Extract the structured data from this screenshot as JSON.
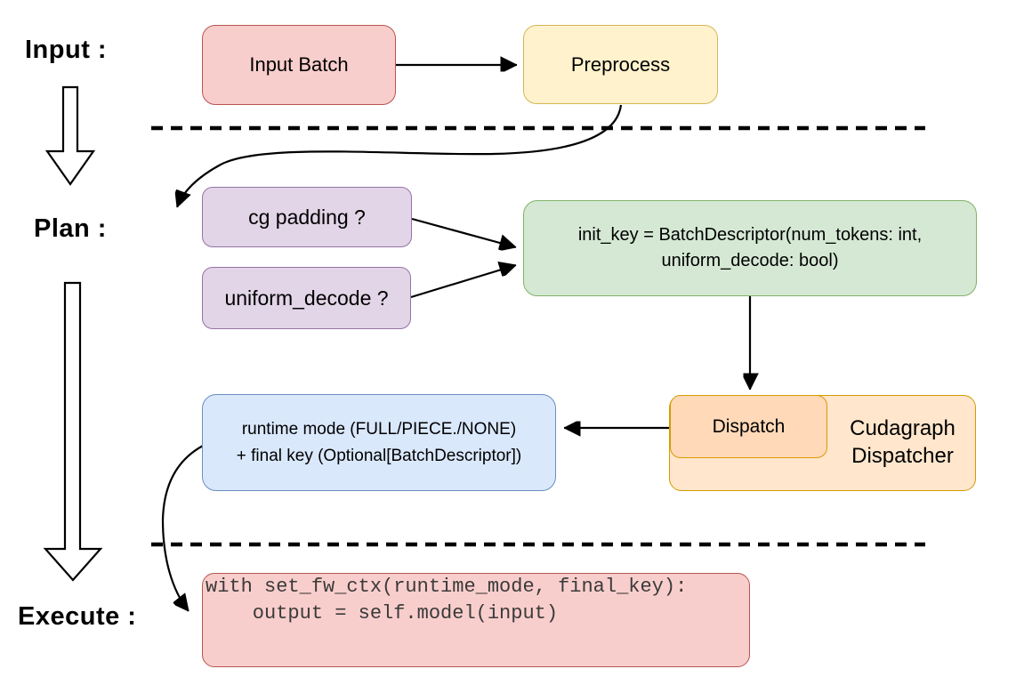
{
  "stages": {
    "input": "Input :",
    "plan": "Plan :",
    "execute": "Execute :"
  },
  "nodes": {
    "input_batch": {
      "label": "Input Batch"
    },
    "preprocess": {
      "label": "Preprocess"
    },
    "cg_padding": {
      "label": "cg padding ?"
    },
    "uniform_decode": {
      "label": "uniform_decode ?"
    },
    "init_key": {
      "line1": "init_key = BatchDescriptor(num_tokens: int,",
      "line2": "uniform_decode: bool)"
    },
    "dispatch": {
      "label": "Dispatch"
    },
    "cudagraph_dispatcher": {
      "line1": "Cudagraph",
      "line2": "Dispatcher"
    },
    "runtime_mode": {
      "line1": "runtime mode (FULL/PIECE./NONE)",
      "line2": "+ final key (Optional[BatchDescriptor])"
    },
    "execute_code": {
      "line1": "with set_fw_ctx(runtime_mode, final_key):",
      "line2": "    output = self.model(input)"
    }
  },
  "colors": {
    "red": {
      "fill": "#f8cecc",
      "stroke": "#b85450"
    },
    "yellow": {
      "fill": "#fff2cc",
      "stroke": "#d6b656"
    },
    "purple": {
      "fill": "#e1d5e7",
      "stroke": "#9673a6"
    },
    "green": {
      "fill": "#d5e8d4",
      "stroke": "#82b366"
    },
    "blue": {
      "fill": "#dae8fc",
      "stroke": "#6c8ebf"
    },
    "orange_light": {
      "fill": "#ffe6cc",
      "stroke": "#d79b00"
    },
    "orange_dark": {
      "fill": "#ffd9b8",
      "stroke": "#d79b00"
    },
    "connector": "#000000",
    "background": "#ffffff"
  }
}
